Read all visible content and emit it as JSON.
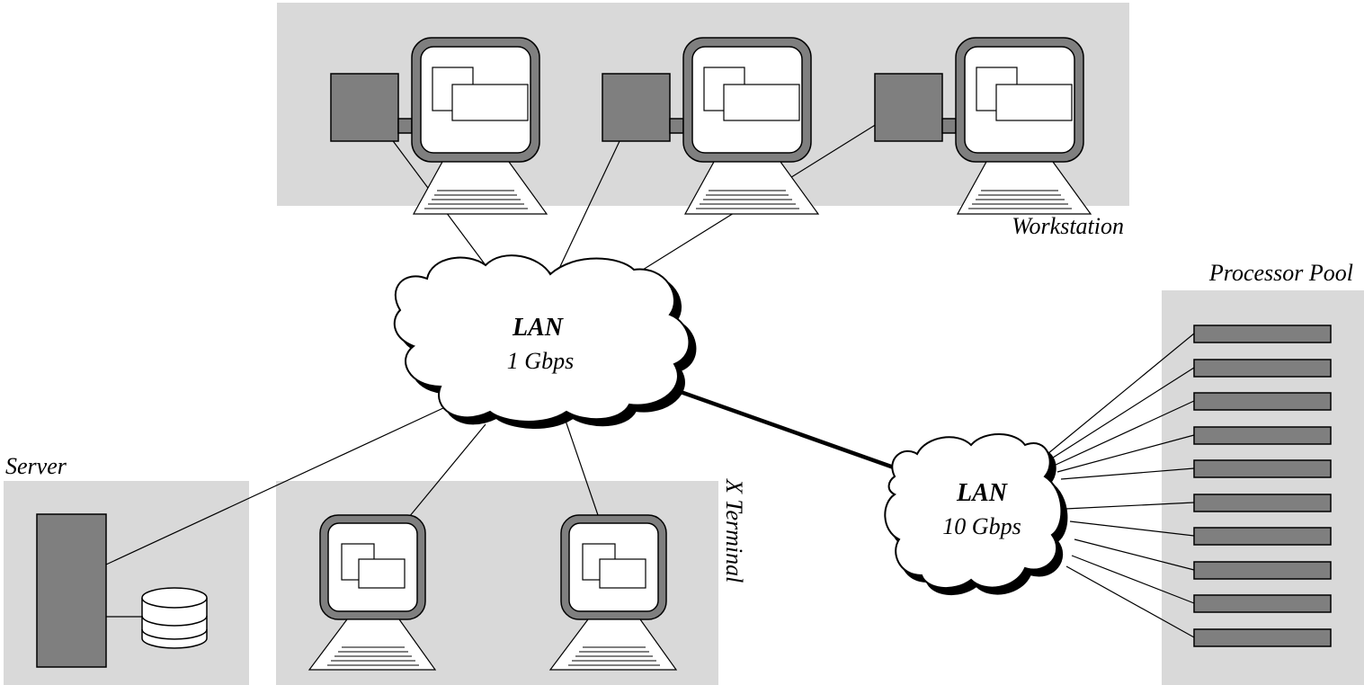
{
  "labels": {
    "workstation": "Workstation",
    "processor_pool": "Processor Pool",
    "server": "Server",
    "x_terminal": "X Terminal"
  },
  "lan_main": {
    "title": "LAN",
    "speed": "1 Gbps"
  },
  "lan_pool": {
    "title": "LAN",
    "speed": "10 Gbps"
  },
  "colors": {
    "zone_background": "#d9d9d9",
    "device_fill": "#7f7f7f"
  },
  "counts": {
    "workstations": 3,
    "x_terminals": 2,
    "pool_processors": 10
  }
}
